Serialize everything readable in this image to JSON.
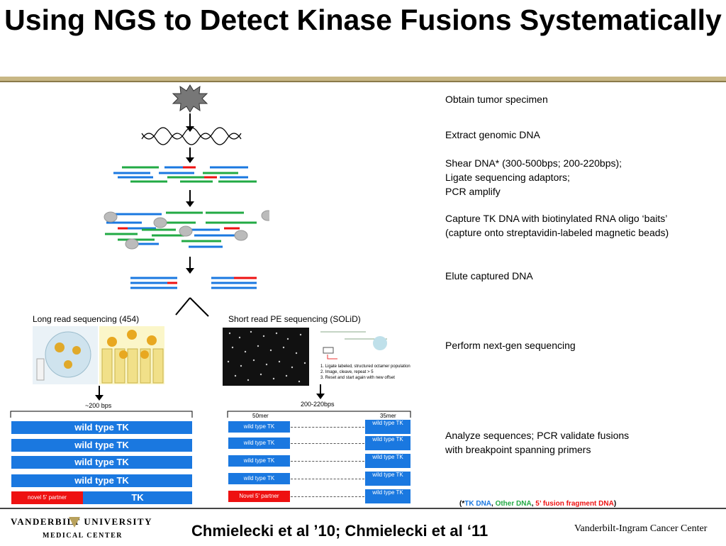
{
  "title": "Using NGS to Detect Kinase Fusions Systematically",
  "steps": [
    "Obtain tumor specimen",
    "Extract genomic DNA",
    "Shear DNA* (300-500bps; 200-220bps);",
    "Ligate sequencing adaptors;",
    "PCR amplify",
    "Capture TK DNA with biotinylated RNA oligo ‘baits’",
    "(capture onto streptavidin-labeled magnetic beads)",
    "Elute captured DNA",
    "Perform next-gen sequencing",
    "Analyze sequences; PCR validate fusions",
    "with breakpoint spanning primers"
  ],
  "left_branch": {
    "label": "Long read sequencing (454)",
    "bps": "~200 bps",
    "reads": [
      "wild type TK",
      "wild type TK",
      "wild type TK",
      "wild type TK"
    ],
    "fusion_partner": "novel 5' partner",
    "fusion_tk": "TK"
  },
  "right_branch": {
    "label": "Short read PE sequencing (SOLiD)",
    "bps": "200-220bps",
    "left_mer": "50mer",
    "right_mer": "35mer",
    "reads_left": [
      "wild type TK",
      "wild type TK",
      "wild type TK",
      "wild type TK"
    ],
    "reads_right": [
      "wild type TK",
      "wild type TK",
      "wild type TK",
      "wild type TK",
      "wild type TK"
    ],
    "fusion_partner": "Novel 5' partner",
    "protocol": [
      "1. Ligate labeled, structured octamer population",
      "2. Image, cleave, repeat > 5",
      "3. Reset and start again with new offset"
    ]
  },
  "note": {
    "open": "(*",
    "tk": "TK DNA",
    "sep1": ", ",
    "other": "Other DNA",
    "sep2": ", ",
    "fusion": "5’ fusion fragment DNA",
    "close": ")"
  },
  "footer": {
    "citation": "Chmielecki et al ’10; Chmielecki et al ‘11",
    "vu_line1": "VANDERBILT UNIVERSITY",
    "vu_line2": "MEDICAL CENTER",
    "vicc": "Vanderbilt-Ingram Cancer Center"
  },
  "colors": {
    "blue": "#1a78e0",
    "green": "#22aa44",
    "red": "#ee1111",
    "gold": "#c8b784"
  }
}
